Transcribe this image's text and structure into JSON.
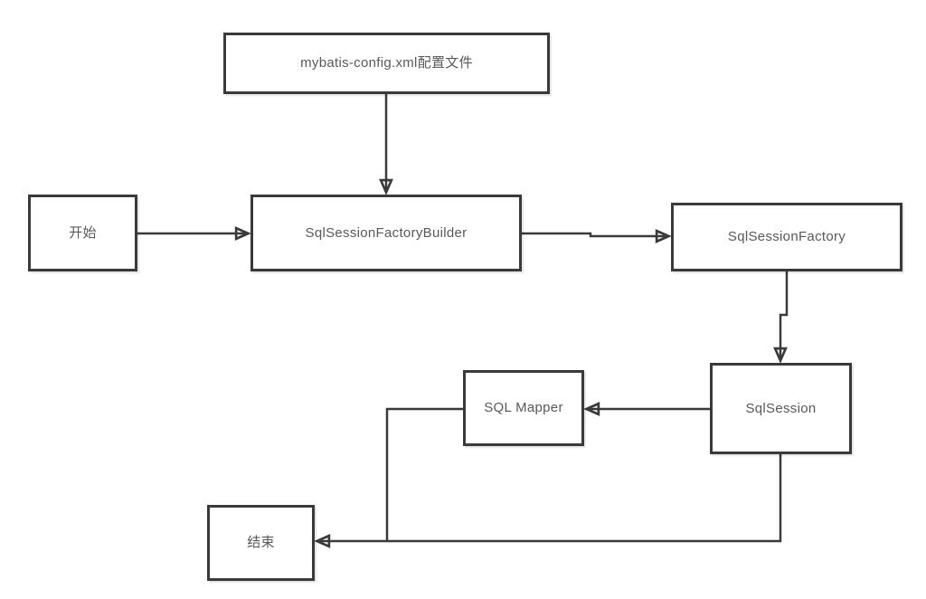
{
  "diagram": {
    "nodes": {
      "config": {
        "label": "mybatis-config.xml配置文件"
      },
      "start": {
        "label": "开始"
      },
      "builder": {
        "label": "SqlSessionFactoryBuilder"
      },
      "factory": {
        "label": "SqlSessionFactory"
      },
      "session": {
        "label": "SqlSession"
      },
      "mapper": {
        "label": "SQL Mapper"
      },
      "end": {
        "label": "结束"
      }
    },
    "connections": [
      {
        "from": "config",
        "to": "builder",
        "arrow": true
      },
      {
        "from": "start",
        "to": "builder",
        "arrow": true
      },
      {
        "from": "builder",
        "to": "factory",
        "arrow": true
      },
      {
        "from": "factory",
        "to": "session",
        "arrow": true
      },
      {
        "from": "session",
        "to": "mapper",
        "arrow": true
      },
      {
        "from": "mapper",
        "to": "end",
        "arrow": true
      },
      {
        "from": "session",
        "to": "end",
        "arrow": true
      }
    ],
    "colors": {
      "node_border": "#3a3a3a",
      "connector": "#3a3a3a",
      "label_text": "#595959",
      "background": "#ffffff"
    }
  }
}
